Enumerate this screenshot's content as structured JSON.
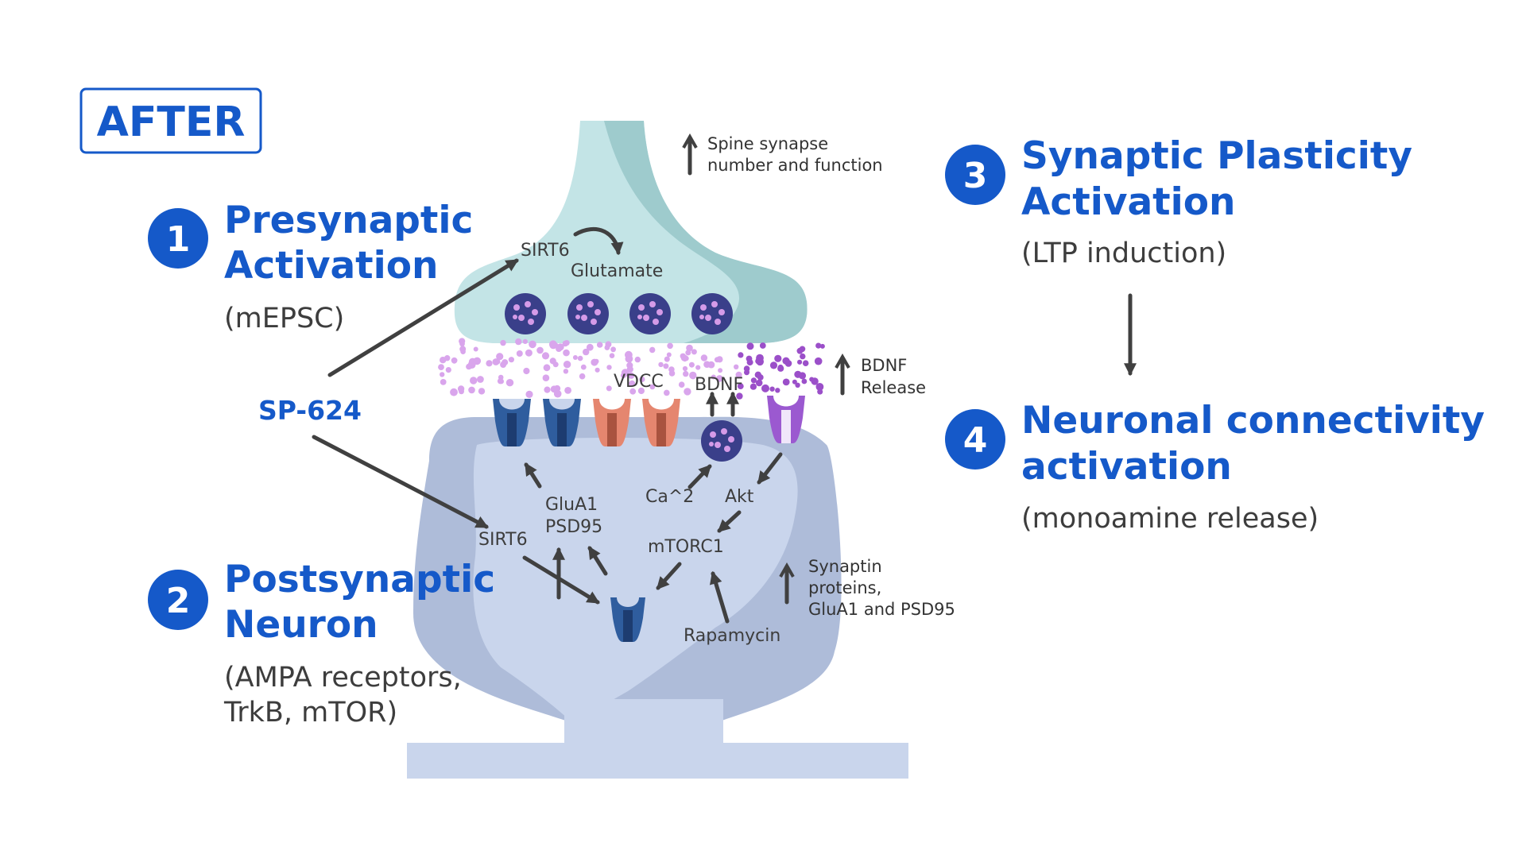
{
  "after_label": "AFTER",
  "steps": [
    {
      "number": "1",
      "title_line1": "Presynaptic",
      "title_line2": "Activation",
      "detail_line1": "(mEPSC)",
      "detail_line2": ""
    },
    {
      "number": "2",
      "title_line1": "Postsynaptic",
      "title_line2": "Neuron",
      "detail_line1": "(AMPA receptors,",
      "detail_line2": "TrkB, mTOR)"
    },
    {
      "number": "3",
      "title_line1": "Synaptic Plasticity",
      "title_line2": "Activation",
      "detail_line1": "(LTP induction)",
      "detail_line2": ""
    },
    {
      "number": "4",
      "title_line1": "Neuronal connectivity",
      "title_line2": "activation",
      "detail_line1": "(monoamine release)",
      "detail_line2": ""
    }
  ],
  "drug_label": "SP-624",
  "labels": {
    "sirt6_pre": "SIRT6",
    "glutamate": "Glutamate",
    "vdcc": "VDCC",
    "bdnf": "BDNF",
    "glua1": "GluA1",
    "psd95": "PSD95",
    "ca": "Ca^2",
    "akt": "Akt",
    "sirt6_post": "SIRT6",
    "mtorc1": "mTORC1",
    "rapamycin": "Rapamycin"
  },
  "annotations": {
    "spine_line1": "Spine synapse",
    "spine_line2": "number and function",
    "bdnf_line1": "BDNF",
    "bdnf_line2": "Release",
    "synaptin_line1": "Synaptin",
    "synaptin_line2": "proteins,",
    "synaptin_line3": "GluA1 and PSD95"
  },
  "colors": {
    "accent_blue": "#1559c9",
    "presynaptic": "#c3e4e6",
    "presynaptic_shade": "#9ecbcd",
    "postsynaptic_outer": "#aebcd9",
    "postsynaptic_inner": "#c9d5ec",
    "ampa_receptor": "#2f5d9e",
    "vdcc_channel": "#e5866f",
    "trkb_receptor": "#9b59d0",
    "vesicle": "#3a3f8a",
    "glutamate_dots": "#d9a5ec",
    "bdnf_dots": "#9b4fc9"
  }
}
